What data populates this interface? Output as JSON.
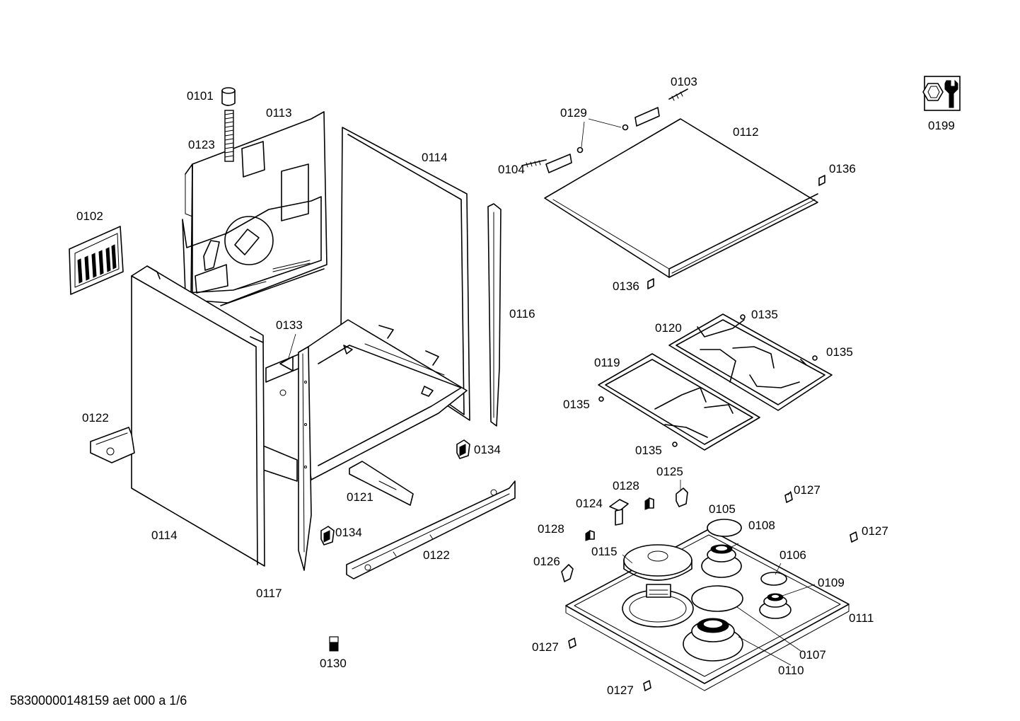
{
  "footer_code": "58300000148159 aet 000 a 1/6",
  "labels": {
    "p0101": "0101",
    "p0102": "0102",
    "p0103": "0103",
    "p0104": "0104",
    "p0105": "0105",
    "p0106": "0106",
    "p0107": "0107",
    "p0108": "0108",
    "p0109": "0109",
    "p0110": "0110",
    "p0111": "0111",
    "p0112": "0112",
    "p0113": "0113",
    "p0114a": "0114",
    "p0114b": "0114",
    "p0115": "0115",
    "p0116": "0116",
    "p0117": "0117",
    "p0119": "0119",
    "p0120": "0120",
    "p0121": "0121",
    "p0122a": "0122",
    "p0122b": "0122",
    "p0123": "0123",
    "p0124": "0124",
    "p0125": "0125",
    "p0126": "0126",
    "p0127a": "0127",
    "p0127b": "0127",
    "p0127c": "0127",
    "p0127d": "0127",
    "p0128a": "0128",
    "p0128b": "0128",
    "p0129": "0129",
    "p0130": "0130",
    "p0133": "0133",
    "p0134a": "0134",
    "p0134b": "0134",
    "p0135a": "0135",
    "p0135b": "0135",
    "p0135c": "0135",
    "p0135d": "0135",
    "p0136a": "0136",
    "p0136b": "0136",
    "p0199": "0199"
  },
  "icons": {
    "service_badge": "wrench-nut-icon"
  }
}
